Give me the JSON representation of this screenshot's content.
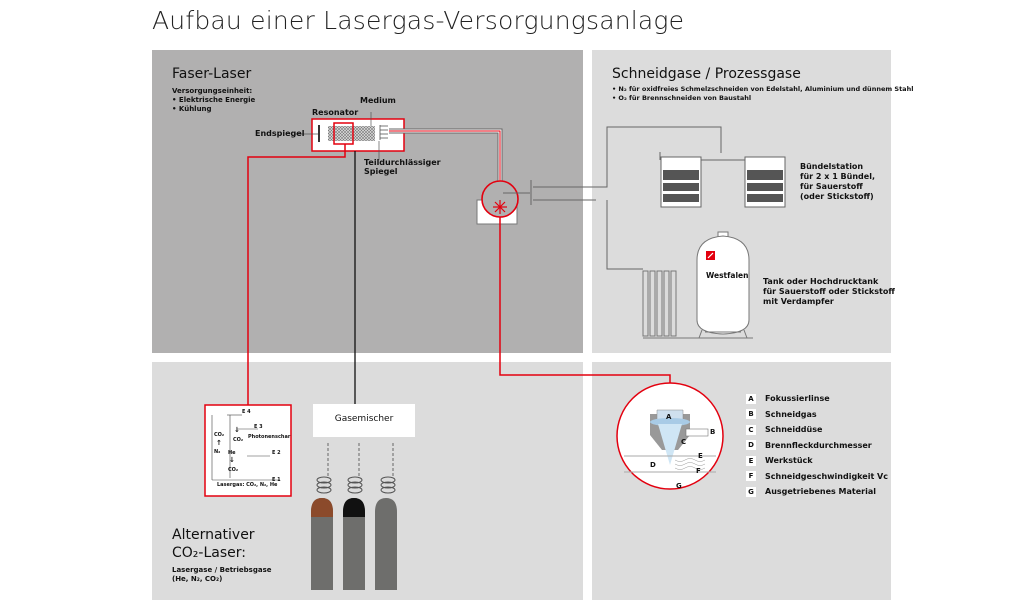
{
  "title": "Aufbau einer Lasergas-Versorgungsanlage",
  "fiber_laser": {
    "heading": "Faser-Laser",
    "supply_title": "Versorgungseinheit:",
    "supply_items": [
      "• Elektrische Energie",
      "• Kühlung"
    ],
    "resonator": "Resonator",
    "medium": "Medium",
    "end_mirror": "Endspiegel",
    "partial_mirror_1": "Teildurchlässiger",
    "partial_mirror_2": "Spiegel"
  },
  "cutting_gases": {
    "heading": "Schneidgase / Prozessgase",
    "items": [
      "• N₂ für oxidfreies Schmelzschneiden von Edelstahl, Aluminium und dünnem Stahl",
      "• O₂ für Brennschneiden von Baustahl"
    ],
    "bundle_lines": [
      "Bündelstation",
      "für 2 x 1 Bündel,",
      "für Sauerstoff",
      "(oder Stickstoff)"
    ],
    "tank_brand": "Westfalen",
    "tank_lines": [
      "Tank oder Hochdrucktank",
      "für Sauerstoff oder Stickstoff",
      "mit Verdampfer"
    ]
  },
  "co2_laser": {
    "heading_1": "Alternativer",
    "heading_2": "CO₂-Laser:",
    "gases_1": "Lasergase / Betriebsgase",
    "gases_2": "(He, N₂, CO₂)",
    "mixer": "Gasemischer",
    "energy": {
      "e4": "E 4",
      "e3": "E 3",
      "e2": "E 2",
      "e1": "E 1",
      "co2_top": "CO₂",
      "n2": "N₂",
      "he": "He",
      "co2_mid": "CO₂",
      "co2_bot": "CO₂",
      "photon": "Photonenschar",
      "caption": "Lasergas: CO₂, N₂, He"
    },
    "cylinder_colors": [
      "#8b4a2b",
      "#111111",
      "#6e6e6c"
    ]
  },
  "cutting_head": {
    "labels": [
      "A",
      "B",
      "C",
      "D",
      "E",
      "F",
      "G"
    ],
    "legend": [
      {
        "key": "A",
        "label": "Fokussierlinse"
      },
      {
        "key": "B",
        "label": "Schneidgas"
      },
      {
        "key": "C",
        "label": "Schneiddüse"
      },
      {
        "key": "D",
        "label": "Brennfleckdurchmesser"
      },
      {
        "key": "E",
        "label": "Werkstück"
      },
      {
        "key": "F",
        "label": "Schneidgeschwindigkeit Vc"
      },
      {
        "key": "G",
        "label": "Ausgetriebenes Material"
      }
    ]
  },
  "colors": {
    "accent": "#e3000f",
    "panel_dark": "#b1b0b0",
    "panel_light": "#dcdcdc"
  }
}
